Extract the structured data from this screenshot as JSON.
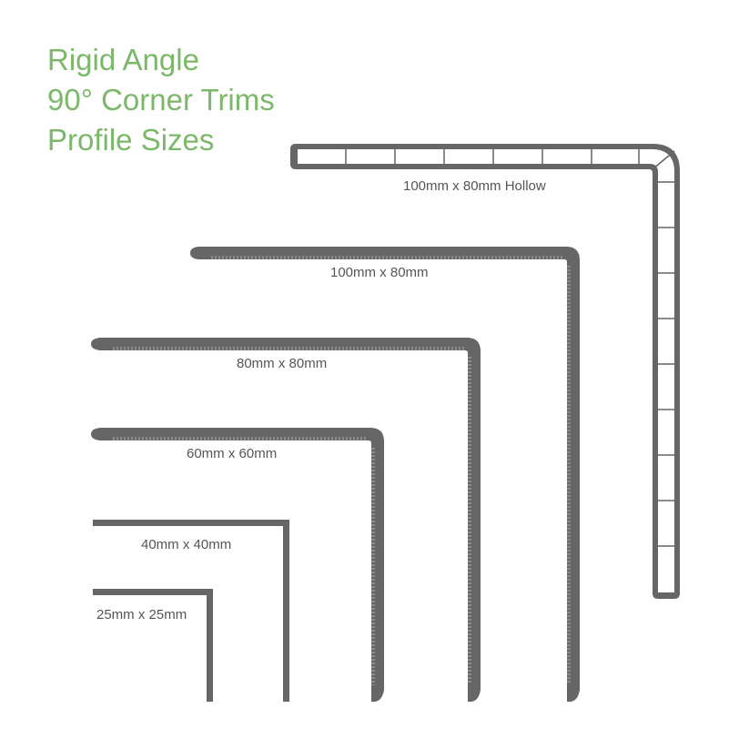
{
  "title": {
    "lines": [
      "Rigid Angle",
      "90° Corner Trims",
      "Profile Sizes"
    ],
    "color": "#7bb86a"
  },
  "trim_color": "#666666",
  "profiles": {
    "hollow_100x80": {
      "label": "100mm x 80mm Hollow",
      "type": "hollow"
    },
    "solid_100x80": {
      "label": "100mm x 80mm",
      "type": "serrated"
    },
    "solid_80x80": {
      "label": "80mm x 80mm",
      "type": "serrated"
    },
    "solid_60x60": {
      "label": "60mm x 60mm",
      "type": "serrated"
    },
    "thin_40x40": {
      "label": "40mm x 40mm",
      "type": "plain"
    },
    "thin_25x25": {
      "label": "25mm x 25mm",
      "type": "plain"
    }
  }
}
